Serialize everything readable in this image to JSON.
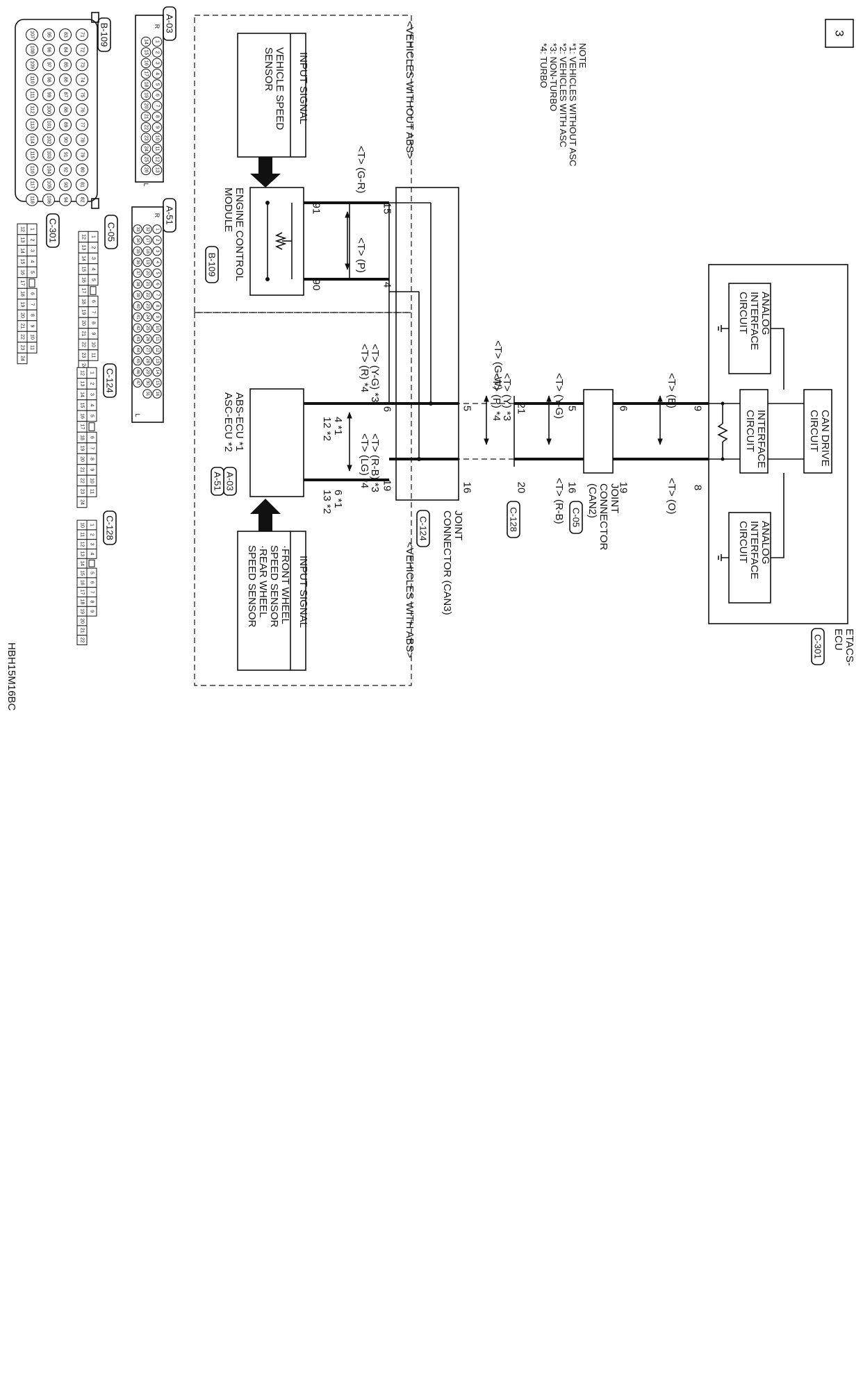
{
  "page_number": "3",
  "figure_code": "HBH15M16BC",
  "note": {
    "title": "NOTE",
    "lines": [
      "*1: VEHICLES WITHOUT ASC",
      "*2: VEHICLES WITH ASC",
      "*3: NON-TURBO",
      "*4: TURBO"
    ]
  },
  "etacs": {
    "name_1": "ETACS-",
    "name_2": "ECU",
    "connector": "C-301",
    "can_drive": [
      "CAN DRIVE",
      "CIRCUIT"
    ],
    "interface": [
      "INTERFACE",
      "CIRCUIT"
    ],
    "analog_interface": [
      "ANALOG",
      "INTERFACE",
      "CIRCUIT"
    ],
    "pin_b": "9",
    "pin_o": "8"
  },
  "wires": {
    "b": "<T> (B)",
    "o": "<T> (O)",
    "y_g": "<T> (Y-G)",
    "r_b": "<T> (R-B)",
    "g_w": "<T> (G-W)",
    "y_3": "<T> (Y) *3",
    "p_4": "<T> (P) *4",
    "g_r": "<T> (G-R)",
    "p": "<T> (P)",
    "y_g_3": "<T> (Y-G) *3",
    "r_4": "<T> (R) *4",
    "r_b_3": "<T> (R-B) *3",
    "lg_4": "<T> (LG) *4"
  },
  "can2": {
    "name": [
      "JOINT",
      "CONNECTOR",
      "(CAN2)"
    ],
    "connector": "C-05",
    "pins": {
      "p6": "6",
      "p19": "19",
      "p5": "5",
      "p16": "16"
    }
  },
  "c128": {
    "connector": "C-128",
    "pin_21": "21",
    "pin_20": "20"
  },
  "can3": {
    "name": [
      "JOINT",
      "CONNECTOR (CAN3)"
    ],
    "connector": "C-124",
    "pin_5": "5",
    "pin_16": "16"
  },
  "ecm": {
    "name": [
      "ENGINE CONTROL",
      "MODULE"
    ],
    "connector": "B-109",
    "pins": {
      "p15": "15",
      "p4": "4",
      "p91": "91",
      "p90": "90"
    }
  },
  "abs": {
    "name_1": "ABS-ECU *1",
    "connector_1": "A-03",
    "name_2": "ASC-ECU *2",
    "connector_2": "A-51",
    "pins": {
      "p6": "6",
      "p19": "19",
      "p4_1": "4 *1",
      "p12_2": "12 *2",
      "p6_1": "6 *1",
      "p13_2": "13 *2"
    }
  },
  "input_vss": {
    "title": "INPUT SIGNAL",
    "lines": [
      "VEHICLE SPEED",
      "SENSOR"
    ]
  },
  "input_wss": {
    "title": "INPUT SIGNAL",
    "lines": [
      "·FRONT WHEEL",
      "SPEED SENSOR",
      "·REAR WHEEL",
      "SPEED SENSOR"
    ]
  },
  "regions": {
    "without_abs": "<VEHICLES WITHOUT ABS>",
    "with_abs": "<VEHICLES WITH ABS>"
  },
  "connector_views": {
    "a03": {
      "label": "A-03",
      "tags": [
        "R",
        "L"
      ],
      "row1": [
        "1",
        "2",
        "3",
        "4",
        "5",
        "6",
        "7",
        "8",
        "9",
        "10",
        "11",
        "12",
        "13"
      ],
      "row2": [
        "14",
        "15",
        "16",
        "17",
        "18",
        "19",
        "20",
        "21",
        "22",
        "23",
        "24",
        "25",
        "26"
      ]
    },
    "a51": {
      "label": "A-51",
      "tags": [
        "R",
        "L"
      ],
      "row1": [
        "1",
        "2",
        "3",
        "4",
        "5",
        "6",
        "7",
        "8",
        "9",
        "10",
        "11",
        "12",
        "13",
        "14",
        "15",
        "16"
      ],
      "row2": [
        "32",
        "17",
        "18",
        "19",
        "20",
        "21",
        "22",
        "23",
        "24",
        "25",
        "26",
        "27",
        "28",
        "29",
        "30",
        "31"
      ],
      "row3": [
        "33",
        "34",
        "35",
        "36",
        "37",
        "38",
        "39",
        "40",
        "41",
        "42",
        "43",
        "44",
        "45",
        "46",
        "47"
      ]
    },
    "b109": {
      "label": "B-109",
      "rows": [
        [
          "71",
          "72",
          "73",
          "74",
          "75",
          "76",
          "77",
          "78",
          "79",
          "80",
          "81",
          "82"
        ],
        [
          "83",
          "84",
          "85",
          "86",
          "87",
          "88",
          "89",
          "90",
          "91",
          "92",
          "93",
          "94"
        ],
        [
          "95",
          "96",
          "97",
          "98",
          "99",
          "100",
          "101",
          "102",
          "103",
          "104",
          "105",
          "106"
        ],
        [
          "107",
          "108",
          "109",
          "110",
          "111",
          "112",
          "113",
          "114",
          "115",
          "116",
          "117",
          "118"
        ]
      ]
    },
    "c05": {
      "label": "C-05",
      "row1": [
        "1",
        "2",
        "3",
        "4",
        "5",
        "",
        "6",
        "7",
        "8",
        "9",
        "10",
        "11"
      ],
      "row2": [
        "12",
        "13",
        "14",
        "15",
        "16",
        "17",
        "18",
        "19",
        "20",
        "21",
        "22",
        "23",
        "24"
      ]
    },
    "c124": {
      "label": "C-124",
      "row1": [
        "1",
        "2",
        "3",
        "4",
        "5",
        "",
        "6",
        "7",
        "8",
        "9",
        "10",
        "11"
      ],
      "row2": [
        "12",
        "13",
        "14",
        "15",
        "16",
        "17",
        "18",
        "19",
        "20",
        "21",
        "22",
        "23",
        "24"
      ]
    },
    "c128": {
      "label": "C-128",
      "row1": [
        "1",
        "2",
        "3",
        "4",
        "",
        "5",
        "6",
        "7",
        "8",
        "9"
      ],
      "row2": [
        "10",
        "11",
        "12",
        "13",
        "14",
        "15",
        "16",
        "17",
        "18",
        "19",
        "20",
        "21",
        "22"
      ]
    },
    "c301": {
      "label": "C-301",
      "row1": [
        "1",
        "2",
        "3",
        "4",
        "5",
        "",
        "6",
        "7",
        "8",
        "9",
        "10",
        "11"
      ],
      "row2": [
        "12",
        "13",
        "14",
        "15",
        "16",
        "17",
        "18",
        "19",
        "20",
        "21",
        "22",
        "23",
        "24"
      ]
    }
  }
}
